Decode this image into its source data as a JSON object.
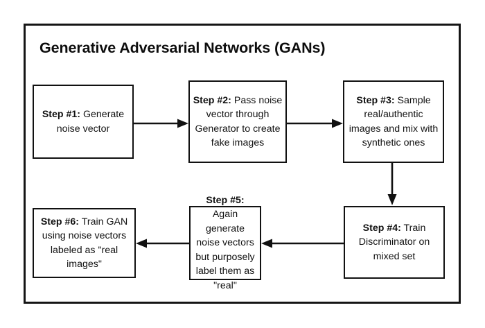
{
  "diagram": {
    "title": "Generative Adversarial Networks (GANs)",
    "frame_color": "#151515",
    "box_border_color": "#111111",
    "background_color": "#ffffff",
    "text_color": "#111111",
    "steps": [
      {
        "id": "step-1",
        "label": "Step #1:",
        "body": " Generate noise vector",
        "full_text": "Step #1: Generate noise vector"
      },
      {
        "id": "step-2",
        "label": "Step #2:",
        "body": " Pass noise vector through Generator to create fake images",
        "full_text": "Step #2: Pass noise vector through Generator to create fake images"
      },
      {
        "id": "step-3",
        "label": "Step #3:",
        "body": " Sample real/authentic images and mix with synthetic ones",
        "full_text": "Step #3: Sample real/authentic images and mix with synthetic ones"
      },
      {
        "id": "step-4",
        "label": "Step #4:",
        "body": " Train Discriminator on mixed set",
        "full_text": "Step #4: Train Discriminator on mixed set"
      },
      {
        "id": "step-5",
        "label": "Step #5:",
        "body": "  Again generate noise vectors but purposely label them as \"real\"",
        "full_text": "Step #5:  Again generate noise vectors but purposely label them as \"real\""
      },
      {
        "id": "step-6",
        "label": "Step #6:",
        "body": " Train GAN using noise vectors labeled as \"real images\"",
        "full_text": "Step #6: Train GAN using noise vectors labeled as \"real images\""
      }
    ],
    "connectors": [
      {
        "id": "arrow-1-2",
        "from": "step-1",
        "to": "step-2",
        "direction": "right"
      },
      {
        "id": "arrow-2-3",
        "from": "step-2",
        "to": "step-3",
        "direction": "right"
      },
      {
        "id": "arrow-3-4",
        "from": "step-3",
        "to": "step-4",
        "direction": "down"
      },
      {
        "id": "arrow-4-5",
        "from": "step-4",
        "to": "step-5",
        "direction": "left"
      },
      {
        "id": "arrow-5-6",
        "from": "step-5",
        "to": "step-6",
        "direction": "left"
      }
    ]
  }
}
